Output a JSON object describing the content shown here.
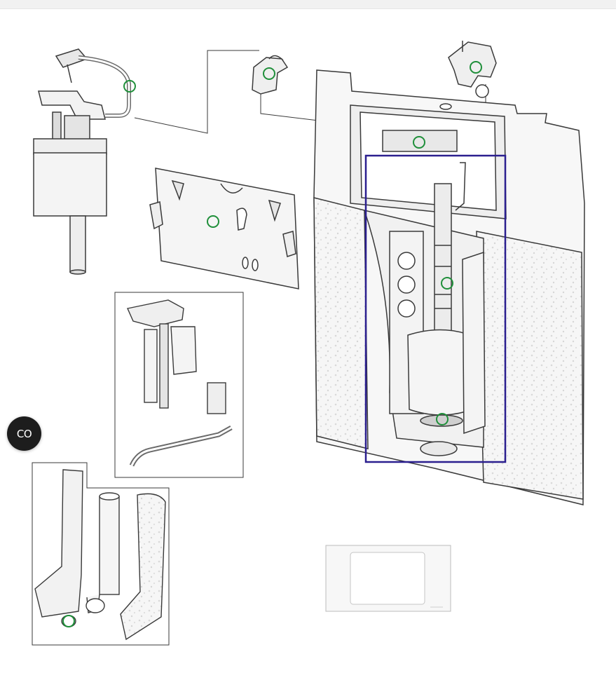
{
  "floating_button": {
    "label": "CO"
  },
  "hotspots": [
    {
      "id": "hose-connector"
    },
    {
      "id": "wall-bracket"
    },
    {
      "id": "top-valve-clip"
    },
    {
      "id": "lever-mechanism"
    },
    {
      "id": "front-panel"
    },
    {
      "id": "flush-pipe"
    },
    {
      "id": "flush-valve-seal"
    },
    {
      "id": "elbow-seal"
    }
  ],
  "highlight": {
    "label": "selected-part",
    "color": "#2b1f8f"
  },
  "colors": {
    "hotspot": "#1f8f3a",
    "line": "#3a3a3a",
    "fill_light": "#f4f4f4",
    "speckle": "#d8d8d8"
  }
}
